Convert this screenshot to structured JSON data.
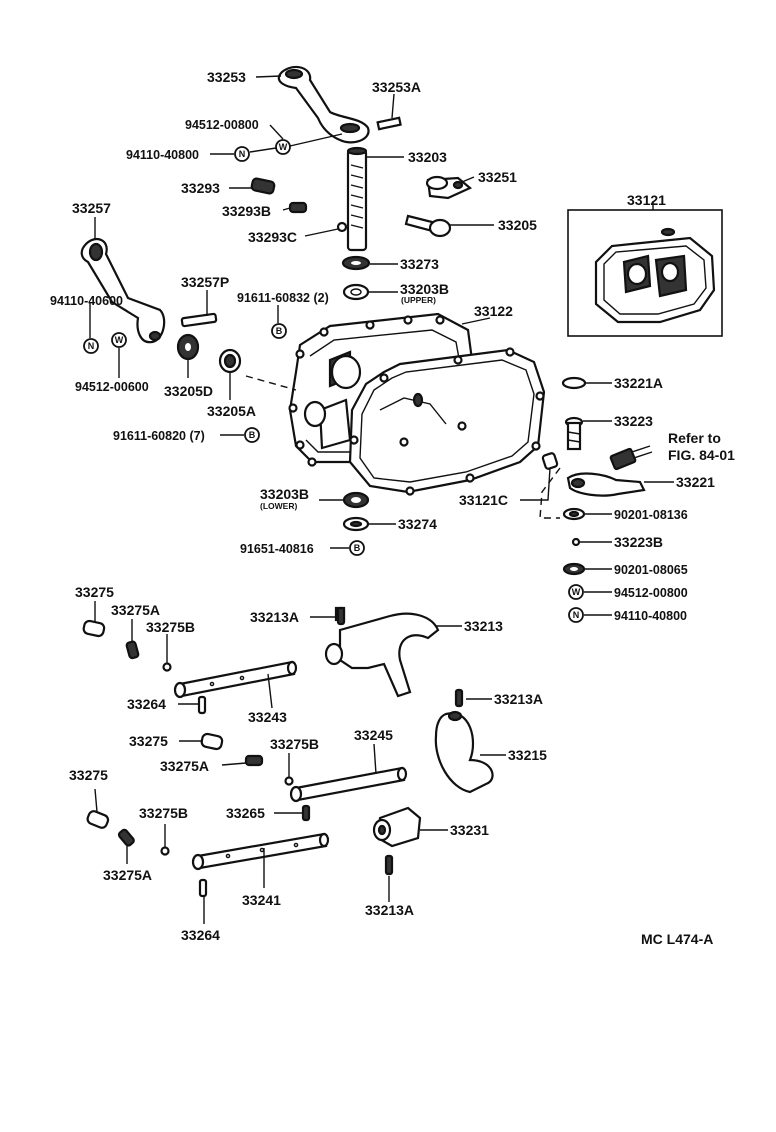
{
  "parts": {
    "p33253": "33253",
    "p33253A": "33253A",
    "p94512_00800_top": "94512-00800",
    "p94110_40800_top": "94110-40800",
    "p33203": "33203",
    "p33293": "33293",
    "p33293B": "33293B",
    "p33293C": "33293C",
    "p33251": "33251",
    "p33205": "33205",
    "p33257": "33257",
    "p33273": "33273",
    "p33203B_upper": "33203B",
    "p33203B_upper_note": "(UPPER)",
    "p33257P": "33257P",
    "p91611_60832": "91611-60832 (2)",
    "p33122": "33122",
    "p94110_40600": "94110-40600",
    "p94512_00600": "94512-00600",
    "p33205D": "33205D",
    "p33205A": "33205A",
    "p91611_60820": "91611-60820 (7)",
    "p33121": "33121",
    "p33221A": "33221A",
    "p33223": "33223",
    "p33221": "33221",
    "p33203B_lower": "33203B",
    "p33203B_lower_note": "(LOWER)",
    "p33121C": "33121C",
    "p33274": "33274",
    "p91651_40816": "91651-40816",
    "p90201_08136": "90201-08136",
    "p33223B": "33223B",
    "p90201_08065": "90201-08065",
    "p94512_00800_right": "94512-00800",
    "p94110_40800_right": "94110-40800",
    "p33275_a": "33275",
    "p33275A_a": "33275A",
    "p33275B_a": "33275B",
    "p33213A_a": "33213A",
    "p33213": "33213",
    "p33264_a": "33264",
    "p33243": "33243",
    "p33213A_b": "33213A",
    "p33275_b": "33275",
    "p33275B_b": "33275B",
    "p33245": "33245",
    "p33275A_b": "33275A",
    "p33215": "33215",
    "p33275_c": "33275",
    "p33275B_c": "33275B",
    "p33265": "33265",
    "p33231": "33231",
    "p33275A_c": "33275A",
    "p33241": "33241",
    "p33213A_c": "33213A",
    "p33264_b": "33264"
  },
  "reference": {
    "line1": "Refer to",
    "line2": "FIG. 84-01"
  },
  "symbols": {
    "nut": "N",
    "washer": "W",
    "bolt": "B"
  },
  "footer_code": "MC  L474-A"
}
